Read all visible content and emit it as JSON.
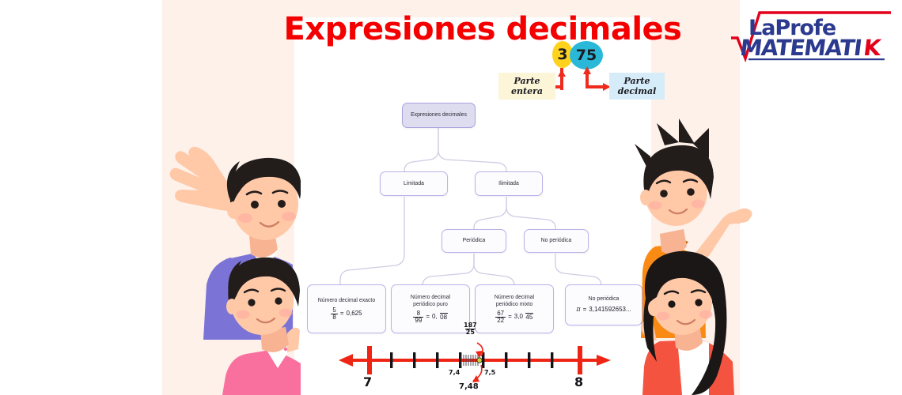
{
  "page": {
    "title": "Expresiones decimales",
    "title_color": "#f40000",
    "background_color": "#fdf1ea",
    "sheet_color": "#ffffff"
  },
  "logo": {
    "line1": "LaProfe",
    "line2_main": "MATEMATI",
    "line2_accent": "K",
    "radical": "√",
    "color_blue": "#2b3a8f",
    "color_red": "#e3001b"
  },
  "callout": {
    "integer_digit": "3",
    "separator": ",",
    "decimal_digits": "75",
    "integer_blob_color": "#ffd21e",
    "decimal_blob_color": "#29b8d8",
    "arrow_color": "#ee2b1c",
    "left_tag_line1": "Parte",
    "left_tag_line2": "entera",
    "left_tag_bg": "#fcf5d8",
    "right_tag_line1": "Parte",
    "right_tag_line2": "decimal",
    "right_tag_bg": "#d6ecf8"
  },
  "diagram": {
    "root": {
      "label": "Expresiones decimales"
    },
    "level2": [
      {
        "label": "Limitada"
      },
      {
        "label": "Ilimitada"
      }
    ],
    "level3": [
      {
        "label": "Periódica"
      },
      {
        "label": "No periódica"
      }
    ],
    "leaves": [
      {
        "caption_line1": "Número decimal exacto",
        "caption_line2": "",
        "numerator": "5",
        "denominator": "8",
        "equals": "=",
        "result_plain": "0,625",
        "result_overline": ""
      },
      {
        "caption_line1": "Número decimal",
        "caption_line2": "periódico puro",
        "numerator": "8",
        "denominator": "99",
        "equals": "=",
        "result_plain": "0,",
        "result_overline": "08"
      },
      {
        "caption_line1": "Número decimal",
        "caption_line2": "periódico mixto",
        "numerator": "67",
        "denominator": "22",
        "equals": "=",
        "result_plain": "3,0",
        "result_overline": "45"
      },
      {
        "caption_line1": "No periódica",
        "caption_line2": "",
        "numerator": "",
        "denominator": "",
        "equals": "=",
        "symbol": "π",
        "result_plain": "3,141592653...",
        "result_overline": ""
      }
    ],
    "node_fill": "#fcfcff",
    "node_border": "#b9b3e8",
    "root_fill": "#dedcef"
  },
  "numberline": {
    "left_label": "7",
    "right_label": "8",
    "fraction_numerator": "187",
    "fraction_denominator": "25",
    "tick_left_label": "7,4",
    "tick_right_label": "7,5",
    "point_label": "7,48",
    "line_color": "#ee2414",
    "tick_color": "#141418"
  },
  "characters": {
    "left_back": {
      "name": "boy-waving",
      "shirt_color": "#7b74d6",
      "hair_color": "#221c1b",
      "skin_color": "#ffc9a8"
    },
    "left_front": {
      "name": "girl-pink",
      "shirt_color": "#f9709f",
      "hair_color": "#221c1b",
      "skin_color": "#ffc9a8"
    },
    "right_back": {
      "name": "boy-pointing",
      "shirt_color": "#f98a14",
      "hair_color": "#221c1b",
      "skin_color": "#ffc9a8"
    },
    "right_front": {
      "name": "girl-longhair",
      "shirt_color": "#f4543f",
      "hair_color": "#1c1717",
      "skin_color": "#ffc9a8"
    }
  }
}
